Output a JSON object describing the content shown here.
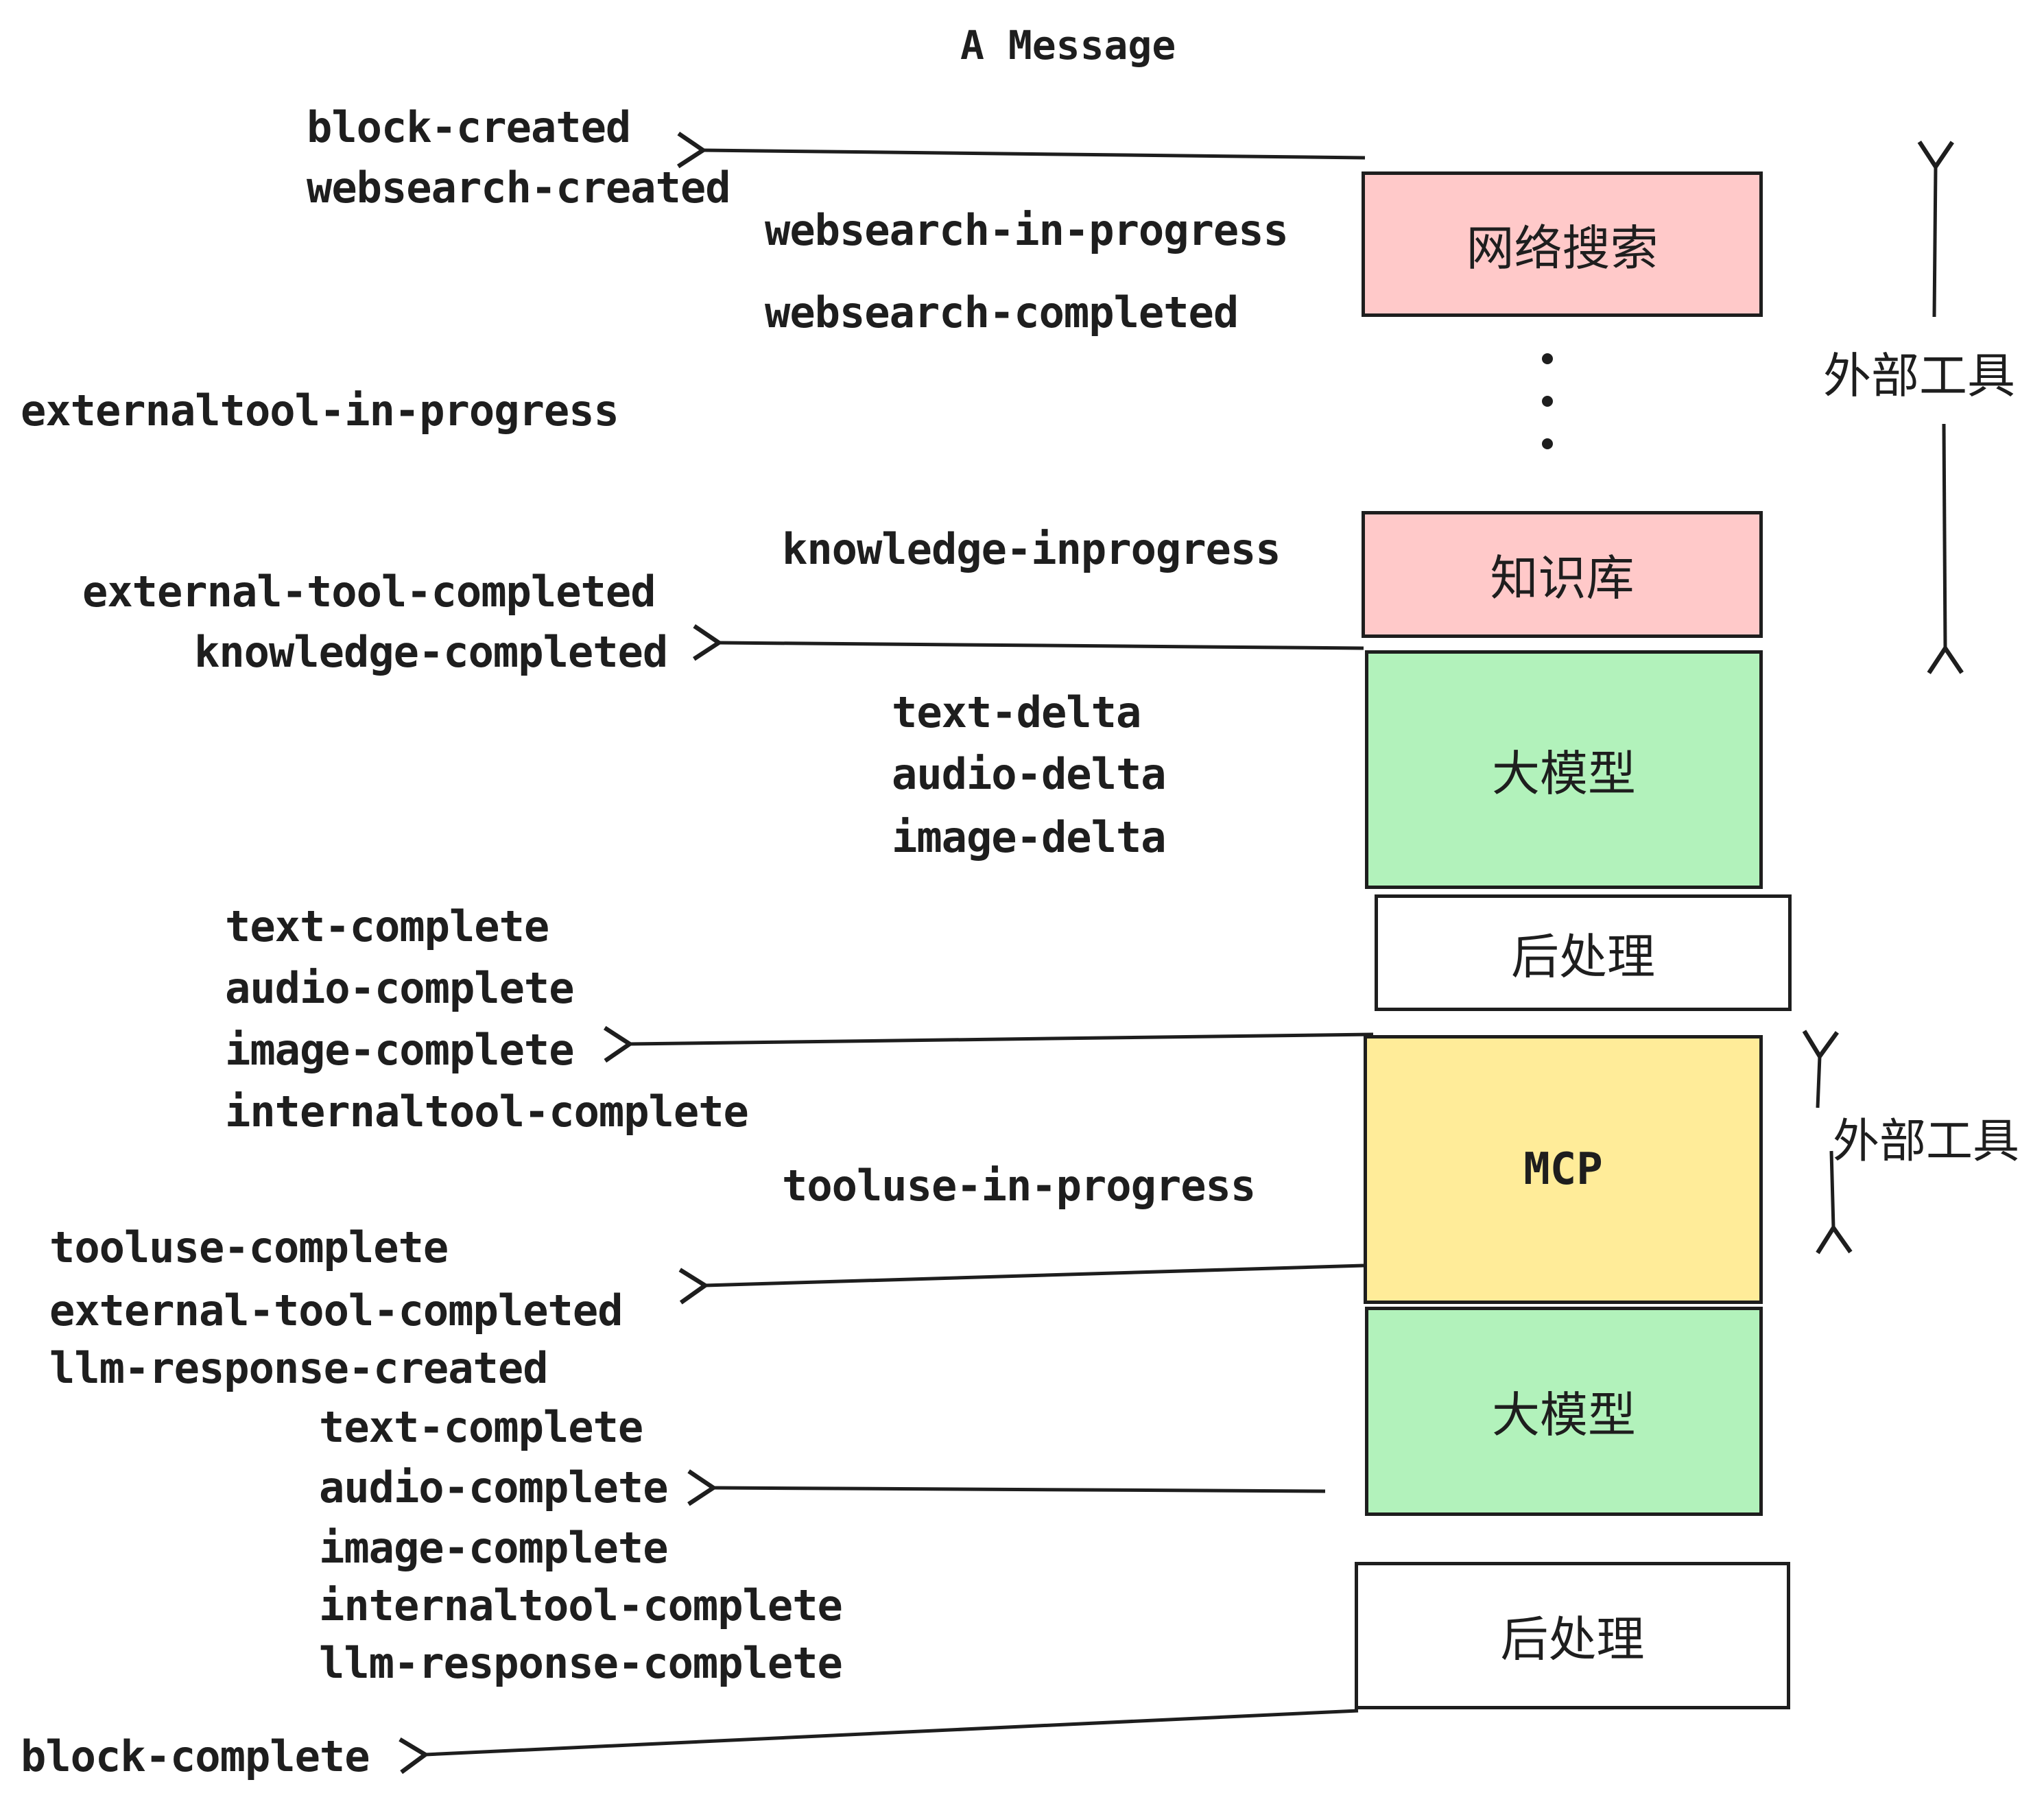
{
  "title": "A Message",
  "ink_color": "#1E1E1E",
  "colors": {
    "pink": "#FFC9C9",
    "green": "#B2F2BB",
    "yellow": "#FFEC99",
    "white": "#FFFFFF"
  },
  "events": [
    {
      "id": "block-created",
      "label": "block-created"
    },
    {
      "id": "websearch-created",
      "label": "websearch-created"
    },
    {
      "id": "websearch-in-progress",
      "label": "websearch-in-progress"
    },
    {
      "id": "websearch-completed",
      "label": "websearch-completed"
    },
    {
      "id": "externaltool-in-progress",
      "label": "externaltool-in-progress"
    },
    {
      "id": "external-tool-completed-1",
      "label": "external-tool-completed"
    },
    {
      "id": "knowledge-inprogress",
      "label": "knowledge-inprogress"
    },
    {
      "id": "knowledge-completed",
      "label": "knowledge-completed"
    },
    {
      "id": "text-delta-1",
      "label": "text-delta"
    },
    {
      "id": "audio-delta-1",
      "label": "audio-delta"
    },
    {
      "id": "image-delta-1",
      "label": "image-delta"
    },
    {
      "id": "text-complete-1",
      "label": "text-complete"
    },
    {
      "id": "audio-complete-1",
      "label": "audio-complete"
    },
    {
      "id": "image-complete-1",
      "label": "image-complete"
    },
    {
      "id": "internaltool-complete-1",
      "label": "internaltool-complete"
    },
    {
      "id": "tooluse-in-progress",
      "label": "tooluse-in-progress"
    },
    {
      "id": "tooluse-complete",
      "label": "tooluse-complete"
    },
    {
      "id": "external-tool-completed-2",
      "label": "external-tool-completed"
    },
    {
      "id": "llm-response-created",
      "label": "llm-response-created"
    },
    {
      "id": "text-complete-2",
      "label": "text-complete"
    },
    {
      "id": "audio-complete-2",
      "label": "audio-complete"
    },
    {
      "id": "image-complete-2",
      "label": "image-complete"
    },
    {
      "id": "internaltool-complete-2",
      "label": "internaltool-complete"
    },
    {
      "id": "llm-response-complete",
      "label": "llm-response-complete"
    },
    {
      "id": "block-complete",
      "label": "block-complete"
    }
  ],
  "boxes": [
    {
      "id": "websearch",
      "label": "网络搜索",
      "fill": "#FFC9C9"
    },
    {
      "id": "knowledge",
      "label": "知识库",
      "fill": "#FFC9C9"
    },
    {
      "id": "llm-1",
      "label": "大模型",
      "fill": "#B2F2BB"
    },
    {
      "id": "postprocess-1",
      "label": "后处理",
      "fill": "#FFFFFF"
    },
    {
      "id": "mcp",
      "label": "MCP",
      "fill": "#FFEC99"
    },
    {
      "id": "llm-2",
      "label": "大模型",
      "fill": "#B2F2BB"
    },
    {
      "id": "postprocess-2",
      "label": "后处理",
      "fill": "#FFFFFF"
    }
  ],
  "side_annotations": [
    {
      "id": "external-tools-1",
      "label": "外部工具"
    },
    {
      "id": "external-tools-2",
      "label": "外部工具"
    }
  ]
}
